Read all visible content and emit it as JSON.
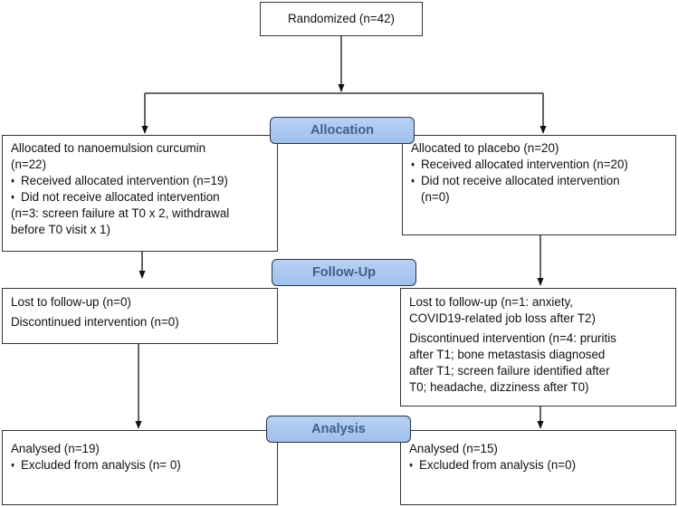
{
  "randomized": {
    "label": "Randomized (n=42)"
  },
  "stages": {
    "allocation": "Allocation",
    "follow_up": "Follow-Up",
    "analysis": "Analysis"
  },
  "left": {
    "allocation": {
      "title": "Allocated to nanoemulsion curcumin",
      "count": "(n=22)",
      "received": "Received allocated intervention (n=19)",
      "not_received": "Did not receive allocated intervention",
      "not_received_detail_1": "(n=3: screen failure at T0 x 2, withdrawal",
      "not_received_detail_2": "before T0 visit x 1)"
    },
    "follow_up": {
      "lost": "Lost to follow-up (n=0)",
      "discontinued": "Discontinued intervention (n=0)"
    },
    "analysis": {
      "analysed": "Analysed (n=19)",
      "excluded": "Excluded from analysis (n= 0)"
    }
  },
  "right": {
    "allocation": {
      "title": "Allocated to placebo (n=20)",
      "received": "Received allocated intervention (n=20)",
      "not_received": "Did not receive allocated intervention",
      "not_received_detail": "(n=0)"
    },
    "follow_up": {
      "lost_1": "Lost to follow-up (n=1: anxiety,",
      "lost_2": "COVID19-related job loss after T2)",
      "disc_1": "Discontinued intervention (n=4: pruritis",
      "disc_2": "after T1; bone metastasis diagnosed",
      "disc_3": "after T1; screen failure identified after",
      "disc_4": "T0; headache, dizziness after T0)"
    },
    "analysis": {
      "analysed": "Analysed (n=15)",
      "excluded": "Excluded from analysis (n=0)"
    }
  },
  "bullet_glyph": "♦"
}
